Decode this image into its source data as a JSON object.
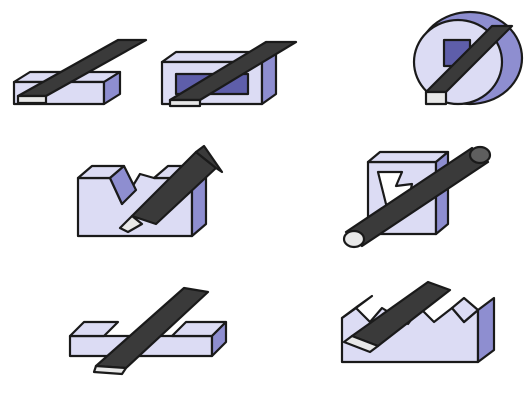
{
  "figure": {
    "background": "#ffffff",
    "colors": {
      "block_face": "#dcdcf4",
      "block_side": "#8e8ed0",
      "block_dark": "#5e5eaa",
      "rod": "#3a3a3a",
      "rod_light": "#e8e8e8",
      "outline": "#1a1a1a"
    },
    "panels": [
      {
        "name": "flat-strip-on-block"
      },
      {
        "name": "flat-strip-through-slotted-block"
      },
      {
        "name": "square-bar-through-round-disc"
      },
      {
        "name": "square-bar-in-v-notch-block"
      },
      {
        "name": "round-rod-through-square-plate"
      },
      {
        "name": "flat-strip-across-v-block"
      },
      {
        "name": "square-bar-in-serrated-block"
      }
    ]
  }
}
